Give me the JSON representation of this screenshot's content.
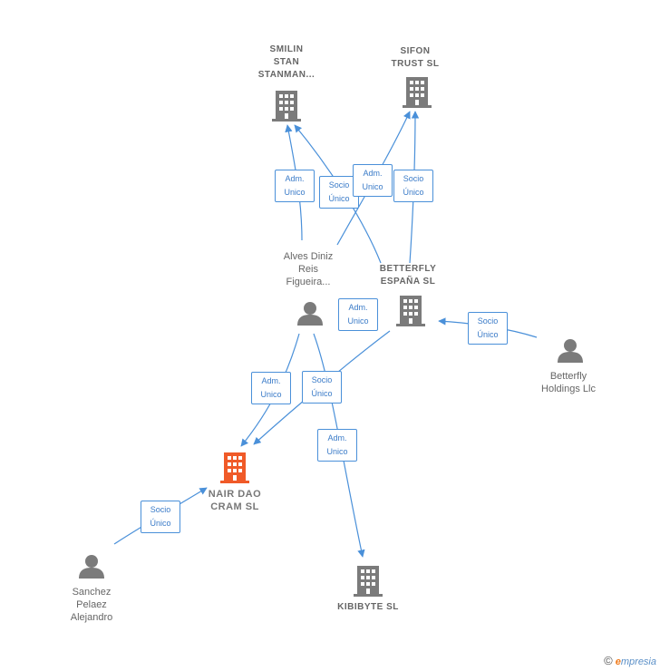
{
  "nodes": {
    "smilin": {
      "label_lines": [
        "SMILIN",
        "STAN",
        "STANMAN..."
      ],
      "type": "company"
    },
    "sifon": {
      "label_lines": [
        "SIFON",
        "TRUST  SL"
      ],
      "type": "company"
    },
    "alves": {
      "label_lines": [
        "Alves Diniz",
        "Reis",
        "Figueira..."
      ],
      "type": "person"
    },
    "betterfly_es": {
      "label_lines": [
        "BETTERFLY",
        "ESPAÑA  SL"
      ],
      "type": "company"
    },
    "betterfly_llc": {
      "label_lines": [
        "Betterfly",
        "Holdings Llc"
      ],
      "type": "person"
    },
    "nair": {
      "label_lines": [
        "NAIR DAO",
        "CRAM  SL"
      ],
      "type": "company",
      "focus": true
    },
    "sanchez": {
      "label_lines": [
        "Sanchez",
        "Pelaez",
        "Alejandro"
      ],
      "type": "person"
    },
    "kibibyte": {
      "label_lines": [
        "KIBIBYTE  SL"
      ],
      "type": "company"
    }
  },
  "edge_labels": [
    {
      "id": "e1",
      "lines": [
        "Adm.",
        "Unico"
      ]
    },
    {
      "id": "e2",
      "lines": [
        "Socio",
        "Único"
      ]
    },
    {
      "id": "e3",
      "lines": [
        "Adm.",
        "Unico"
      ]
    },
    {
      "id": "e4",
      "lines": [
        "Socio",
        "Único"
      ]
    },
    {
      "id": "e5",
      "lines": [
        "Adm.",
        "Unico"
      ]
    },
    {
      "id": "e6",
      "lines": [
        "Socio",
        "Único"
      ]
    },
    {
      "id": "e7",
      "lines": [
        "Adm.",
        "Unico"
      ]
    },
    {
      "id": "e8",
      "lines": [
        "Socio",
        "Único"
      ]
    },
    {
      "id": "e9",
      "lines": [
        "Adm.",
        "Unico"
      ]
    },
    {
      "id": "e10",
      "lines": [
        "Socio",
        "Único"
      ]
    }
  ],
  "colors": {
    "edge": "#4a90d9",
    "building": "#7b7b7b",
    "focus_building": "#f05a28",
    "person": "#7b7b7b"
  },
  "footer": {
    "copyright": "©",
    "brand_initial": "e",
    "brand_rest": "mpresia"
  }
}
